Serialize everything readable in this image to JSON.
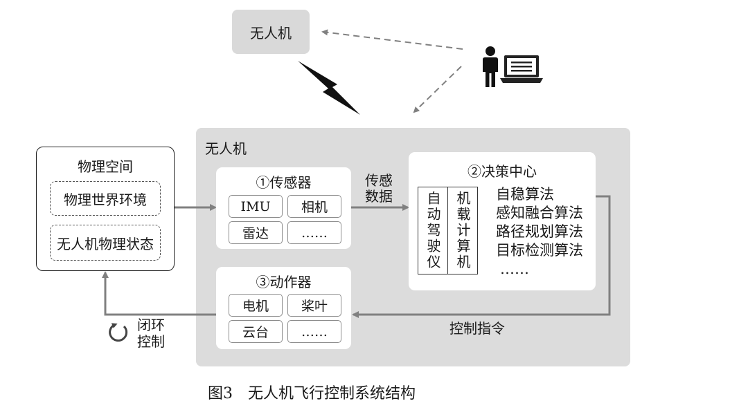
{
  "top_drone": {
    "label": "无人机"
  },
  "drone_system": {
    "label": "无人机",
    "sensors": {
      "title": "①传感器",
      "items": [
        "IMU",
        "相机",
        "雷达",
        "……"
      ]
    },
    "actuators": {
      "title": "③动作器",
      "items": [
        "电机",
        "桨叶",
        "云台",
        "……"
      ]
    },
    "decision_center": {
      "title": "②决策中心",
      "modules": [
        "自动驾驶仪",
        "机载计算机"
      ],
      "algorithms": [
        "自稳算法",
        "感知融合算法",
        "路径规划算法",
        "目标检测算法",
        "……"
      ]
    }
  },
  "physical_space": {
    "title": "物理空间",
    "items": [
      "物理世界环境",
      "无人机物理状态"
    ]
  },
  "edge_labels": {
    "sensor_data": [
      "传感",
      "数据"
    ],
    "control_command": "控制指令",
    "closed_loop": [
      "闭环",
      "控制"
    ]
  },
  "caption": "图3　无人机飞行控制系统结构",
  "icons": {
    "operator": "person-icon",
    "ground_station": "laptop-icon",
    "wireless_link": "lightning-icon",
    "loop": "cycle-arrow-icon"
  },
  "colors": {
    "box_gray": "#d9d9d9",
    "panel_gray": "#dcdcdc",
    "arrow_gray": "#808080",
    "text": "#1a1a1a"
  }
}
